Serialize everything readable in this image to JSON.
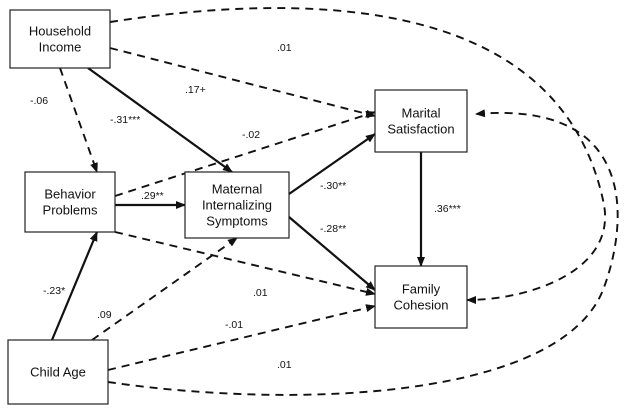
{
  "diagram": {
    "nodes": [
      {
        "id": "income",
        "lines": [
          "Household",
          "Income"
        ]
      },
      {
        "id": "behavior",
        "lines": [
          "Behavior",
          "Problems"
        ]
      },
      {
        "id": "maternal",
        "lines": [
          "Maternal",
          "Internalizing",
          "Symptoms"
        ]
      },
      {
        "id": "marital",
        "lines": [
          "Marital",
          "Satisfaction"
        ]
      },
      {
        "id": "cohesion",
        "lines": [
          "Family",
          "Cohesion"
        ]
      },
      {
        "id": "childage",
        "lines": [
          "Child Age"
        ]
      }
    ],
    "edges": [
      {
        "from": "income",
        "to": "behavior",
        "style": "dashed",
        "label": "-.06"
      },
      {
        "from": "income",
        "to": "maternal",
        "style": "solid",
        "label": "-.31***"
      },
      {
        "from": "income",
        "to": "marital",
        "style": "dashed",
        "label": ".17+"
      },
      {
        "from": "income",
        "to": "cohesion",
        "style": "dashed",
        "label": ".01"
      },
      {
        "from": "behavior",
        "to": "marital",
        "style": "dashed",
        "label": "-.02"
      },
      {
        "from": "behavior",
        "to": "maternal",
        "style": "solid",
        "label": ".29**"
      },
      {
        "from": "behavior",
        "to": "cohesion",
        "style": "dashed",
        "label": ".01"
      },
      {
        "from": "maternal",
        "to": "marital",
        "style": "solid",
        "label": "-.30**"
      },
      {
        "from": "maternal",
        "to": "cohesion",
        "style": "solid",
        "label": "-.28**"
      },
      {
        "from": "marital",
        "to": "cohesion",
        "style": "solid",
        "label": ".36***"
      },
      {
        "from": "childage",
        "to": "behavior",
        "style": "solid",
        "label": "-.23*"
      },
      {
        "from": "childage",
        "to": "maternal",
        "style": "dashed",
        "label": ".09"
      },
      {
        "from": "childage",
        "to": "cohesion",
        "style": "dashed",
        "label": "-.01"
      },
      {
        "from": "childage",
        "to": "marital",
        "style": "dashed",
        "label": ".01"
      }
    ]
  }
}
